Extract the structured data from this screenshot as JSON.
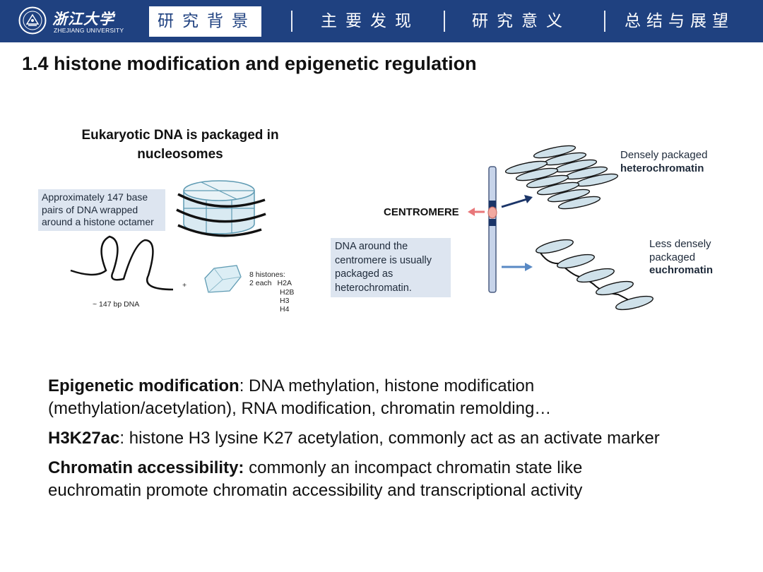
{
  "header": {
    "logo_cn": "浙江大学",
    "logo_en": "ZHEJIANG UNIVERSITY",
    "tabs": [
      {
        "label": "研究背景",
        "active": true
      },
      {
        "label": "主要发现",
        "active": false
      },
      {
        "label": "研究意义",
        "active": false
      },
      {
        "label": "总结与展望",
        "active": false
      }
    ],
    "background_color": "#1f4180"
  },
  "slide_title": "1.4 histone modification and epigenetic regulation",
  "figure": {
    "heading_line1": "Eukaryotic DNA is packaged in",
    "heading_line2": "nucleosomes",
    "note_left": [
      "Approximately 147 base",
      "pairs of DNA wrapped",
      "around a histone octamer"
    ],
    "dna_label": "~ 147 bp DNA",
    "plus": "+",
    "histones_title": "8 histones:",
    "histones_each": "2 each",
    "histones": [
      "H2A",
      "H2B",
      "H3",
      "H4"
    ],
    "centromere_label": "CENTROMERE",
    "note_center": [
      "DNA around the",
      "centromere is usually",
      "packaged as",
      "heterochromatin."
    ],
    "hetero_label_1": "Densely packaged",
    "hetero_label_2": "heterochromatin",
    "eu_label_1": "Less densely",
    "eu_label_2": "packaged",
    "eu_label_3": "euchromatin"
  },
  "bullets": [
    {
      "term": "Epigenetic modification",
      "sep": ": ",
      "line1": "DNA methylation, histone modification",
      "line2": "(methylation/acetylation), RNA modification, chromatin remolding…"
    },
    {
      "term": "H3K27ac",
      "sep": ": ",
      "line1": "histone H3 lysine K27 acetylation, commonly act as an activate marker",
      "line2": ""
    },
    {
      "term": "Chromatin accessibility:",
      "sep": " ",
      "line1": "commonly an incompact chromatin state like",
      "line2": "euchromatin promote chromatin accessibility and transcriptional activity"
    }
  ]
}
